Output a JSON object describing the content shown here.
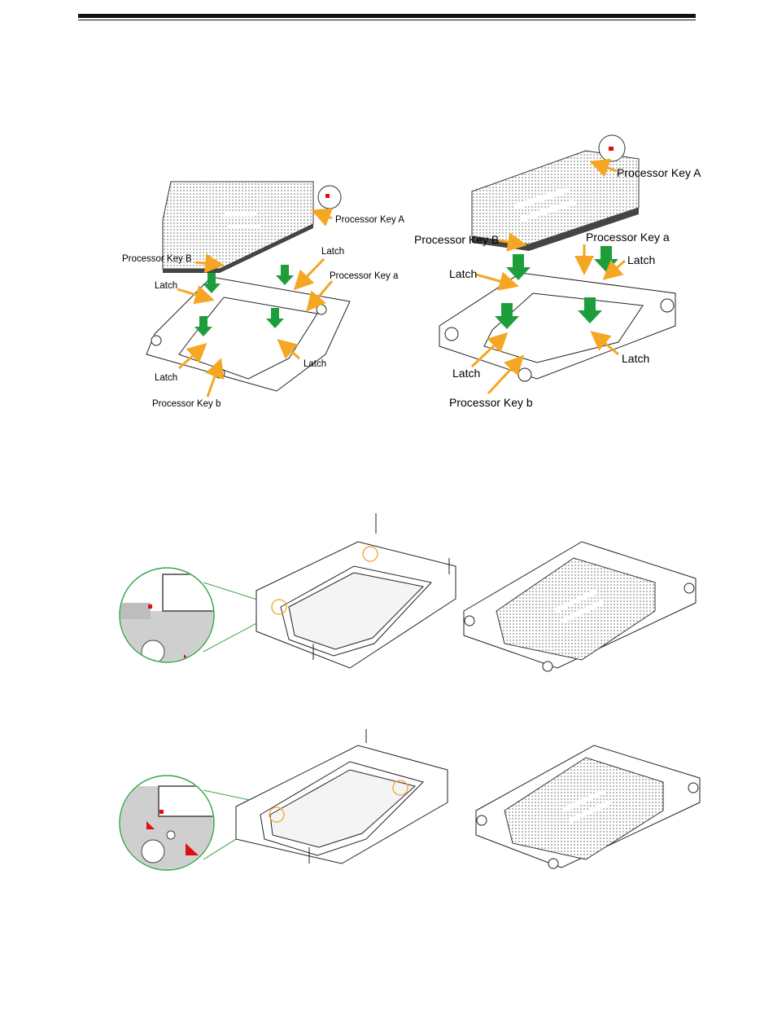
{
  "labels": {
    "key_A": "Processor Key A",
    "key_B": "Processor Key B",
    "key_a": "Processor Key a",
    "key_b": "Processor Key b",
    "latch": "Latch"
  },
  "colors": {
    "arrow_orange": "#F5A623",
    "arrow_green": "#1E9E3A",
    "key_red": "#E01010",
    "callout_green": "#3AA34A",
    "highlight_circle": "#F0B040"
  }
}
